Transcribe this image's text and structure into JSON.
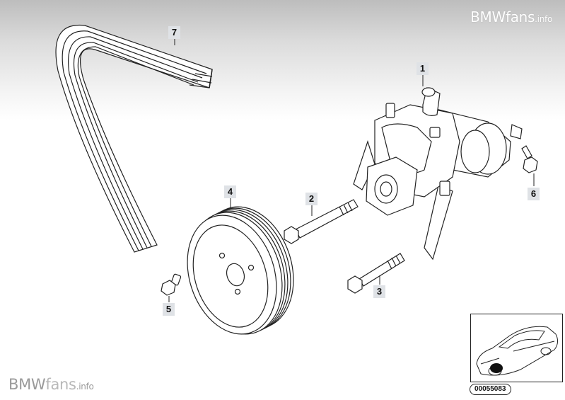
{
  "watermark_top": {
    "brand": "BMWfans",
    "suffix": ".info"
  },
  "watermark_bottom": {
    "brand_prefix": "BMW",
    "brand_fans": "fans",
    "suffix": ".info"
  },
  "parts": [
    {
      "number": "1"
    },
    {
      "number": "2"
    },
    {
      "number": "3"
    },
    {
      "number": "4"
    },
    {
      "number": "5"
    },
    {
      "number": "6"
    },
    {
      "number": "7"
    }
  ],
  "inset": {
    "code": "00055083"
  }
}
